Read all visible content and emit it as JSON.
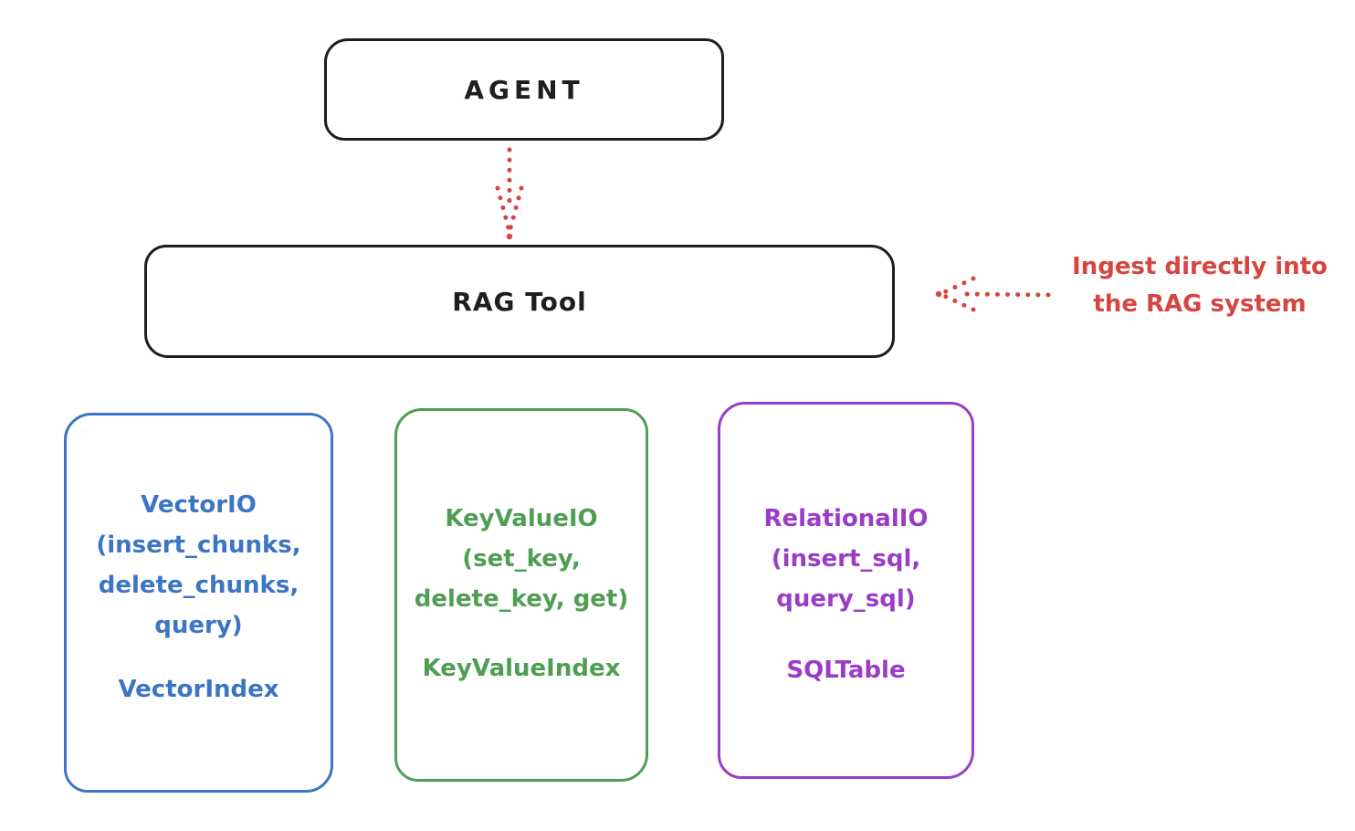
{
  "agent_box": {
    "label": "AGENT"
  },
  "rag_tool_box": {
    "label": "RAG Tool"
  },
  "annotation": {
    "lines": [
      "Ingest directly into",
      "the RAG system"
    ],
    "color": "#d64540"
  },
  "storage_boxes": [
    {
      "id": "vector",
      "color": "#3b75c4",
      "lines": [
        "VectorIO",
        "(insert_chunks,",
        "delete_chunks,",
        "query)"
      ],
      "index_label": "VectorIndex"
    },
    {
      "id": "keyvalue",
      "color": "#4f9e53",
      "lines": [
        "KeyValueIO",
        "(set_key,",
        "delete_key, get)"
      ],
      "index_label": "KeyValueIndex"
    },
    {
      "id": "relational",
      "color": "#9a3cc8",
      "lines": [
        "RelationalIO",
        "(insert_sql,",
        "query_sql)"
      ],
      "index_label": "SQLTable"
    }
  ],
  "colors": {
    "stroke_black": "#1e1e1e",
    "arrow_red": "#d64540",
    "background": "#ffffff"
  }
}
